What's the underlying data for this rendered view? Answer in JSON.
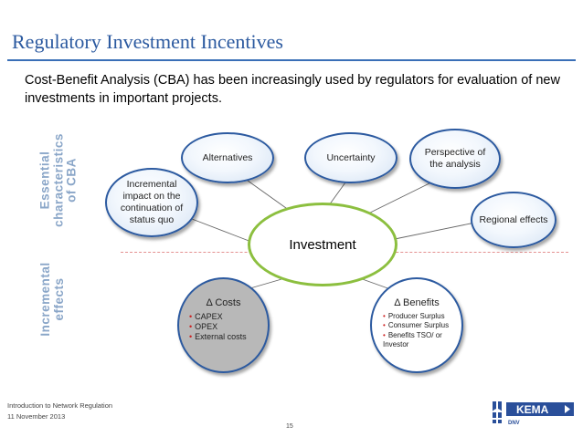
{
  "slide": {
    "title": "Regulatory Investment Incentives",
    "intro": "Cost-Benefit Analysis (CBA) has been increasingly used by regulators for evaluation of new investments in important projects."
  },
  "side_labels": {
    "essential": [
      "Essential",
      "characteristics",
      "of CBA"
    ],
    "incremental": [
      "Incremental",
      "effects"
    ]
  },
  "diagram": {
    "center": "Investment",
    "characteristics": {
      "alternatives": "Alternatives",
      "uncertainty": "Uncertainty",
      "perspective": "Perspective of the analysis",
      "regional": "Regional effects",
      "incremental_impact": "Incremental impact on the continuation of status quo"
    },
    "costs": {
      "title": "Δ Costs",
      "items": [
        "CAPEX",
        "OPEX",
        "External costs"
      ]
    },
    "benefits": {
      "title": "Δ Benefits",
      "items": [
        "Producer Surplus",
        "Consumer Surplus",
        "Benefits TSO/ or Investor"
      ]
    }
  },
  "footer": {
    "course": "Introduction to Network Regulation",
    "date": "11 November 2013",
    "page": "15"
  },
  "logo": {
    "name": "KEMA",
    "sub": "DNV",
    "icon": "kema-dnv-logo",
    "color": "#2a4f9a"
  }
}
